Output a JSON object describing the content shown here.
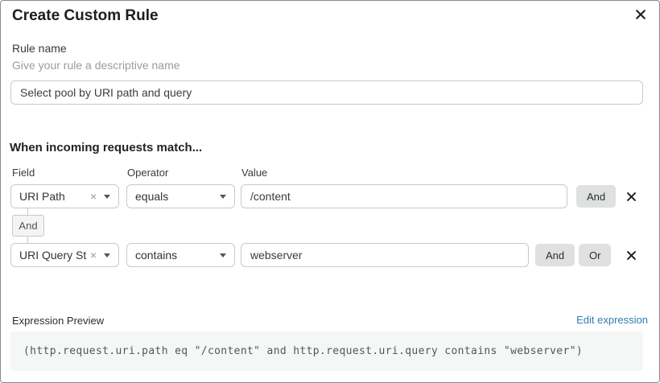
{
  "modal": {
    "title": "Create Custom Rule"
  },
  "rule_name": {
    "label": "Rule name",
    "hint": "Give your rule a descriptive name",
    "value": "Select pool by URI path and query"
  },
  "matcher": {
    "heading": "When incoming requests match...",
    "columns": {
      "field": "Field",
      "operator": "Operator",
      "value": "Value"
    },
    "connector_label": "And",
    "rows": [
      {
        "field": "URI Path",
        "operator": "equals",
        "value": "/content",
        "buttons": [
          "And"
        ]
      },
      {
        "field": "URI Query St...",
        "operator": "contains",
        "value": "webserver",
        "buttons": [
          "And",
          "Or"
        ]
      }
    ]
  },
  "expression": {
    "label": "Expression Preview",
    "edit_link": "Edit expression",
    "code": "(http.request.uri.path eq \"/content\" and http.request.uri.query contains \"webserver\")"
  },
  "icons": {
    "clear": "×"
  },
  "colors": {
    "link_blue": "#2f7db2",
    "button_gray": "#dfe0e1",
    "code_background": "#f5f6f6",
    "input_border": "#c9c9c9"
  }
}
